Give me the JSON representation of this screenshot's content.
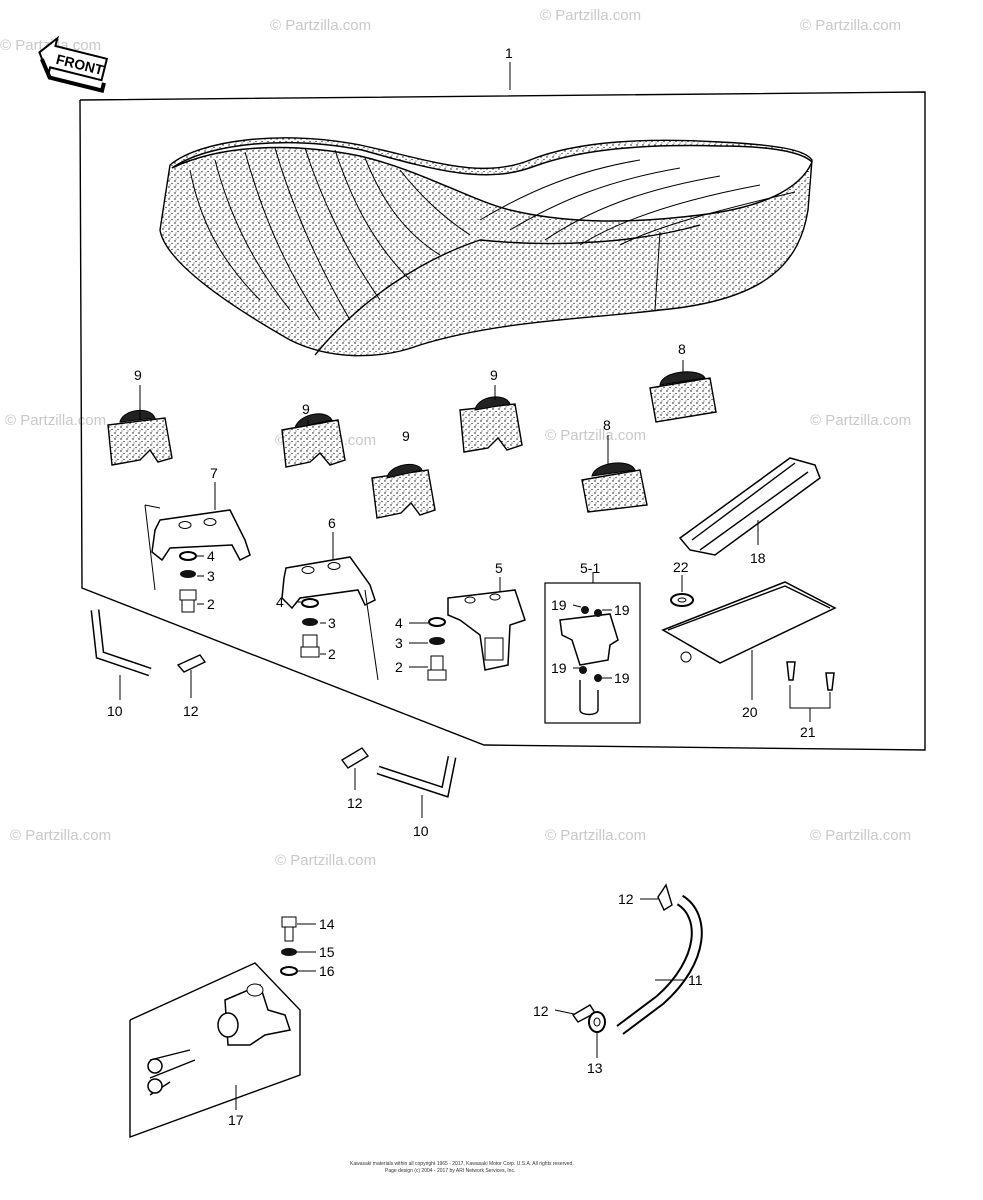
{
  "watermark": {
    "text": "© Partzilla.com"
  },
  "front_arrow": {
    "label": "FRONT"
  },
  "callouts": {
    "seat": "1",
    "bolt_a": "2",
    "bolt_b": "2",
    "bolt_c": "2",
    "washer_a": "3",
    "washer_b": "3",
    "washer_c": "3",
    "nut_a": "4",
    "nut_b": "4",
    "nut_c": "4",
    "bracket_5": "5",
    "bracket_5_1": "5-1",
    "hinge_6": "6",
    "hinge_7": "7",
    "damper_8_a": "8",
    "damper_8_b": "8",
    "damper_9_a": "9",
    "damper_9_b": "9",
    "damper_9_c": "9",
    "damper_9_d": "9",
    "hose_10_a": "10",
    "hose_10_b": "10",
    "hose_11": "11",
    "clip_12_a": "12",
    "clip_12_b": "12",
    "clip_12_c": "12",
    "clip_12_d": "12",
    "grommet_13": "13",
    "bolt_14": "14",
    "washer_15": "15",
    "washer_16": "16",
    "lock_17": "17",
    "strap_18": "18",
    "nut_19_a": "19",
    "nut_19_b": "19",
    "nut_19_c": "19",
    "nut_19_d": "19",
    "tray_20": "20",
    "screw_21": "21",
    "grommet_22": "22"
  },
  "footer": {
    "line1": "Kawasaki materials within all copyright 1965 - 2017, Kawasaki Motor Corp. U.S.A. All rights reserved.",
    "line2": "Page design (c) 2004 - 2017 by ARI Network Services, Inc."
  }
}
